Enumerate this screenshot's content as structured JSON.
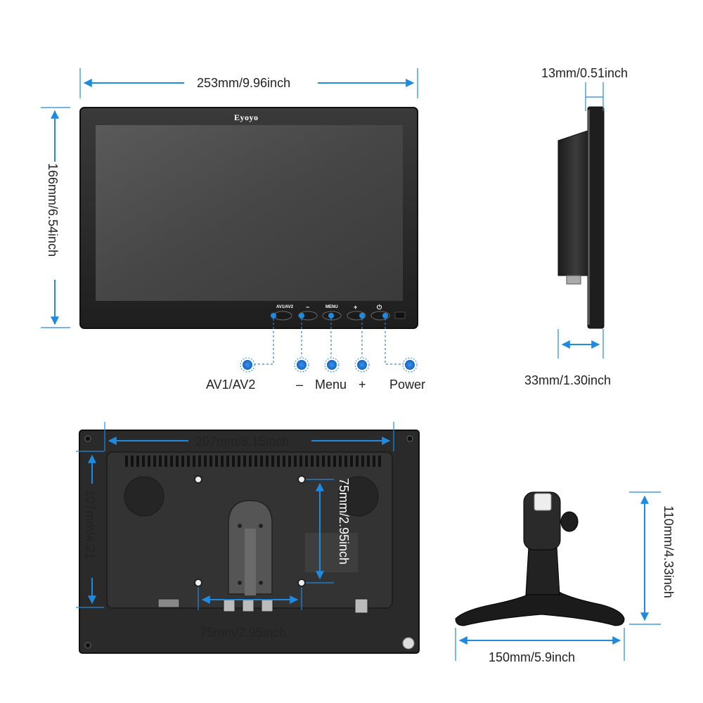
{
  "brand": "Eyoyo",
  "front": {
    "width_label": "253mm/9.96inch",
    "height_label": "166mm/6.54inch",
    "button_marks": {
      "av": "AV1/AV2",
      "minus": "−",
      "menu": "MENU",
      "plus": "+",
      "power": "⏻"
    },
    "callouts": {
      "av": "AV1/AV2",
      "minus": "–",
      "menu": "Menu",
      "plus": "+",
      "power": "Power"
    }
  },
  "side": {
    "thickness_label": "13mm/0.51inch",
    "depth_label": "33mm/1.30inch"
  },
  "back": {
    "width_label": "207mm/8.15inch",
    "height_label": "107mm/4.21",
    "vesa_vertical_label": "75mm/2.95inch",
    "vesa_horizontal_label": "75mm/2.95inch"
  },
  "stand": {
    "height_label": "110mm/4.33inch",
    "width_label": "150mm/5.9inch"
  },
  "colors": {
    "dimension_arrow": "#1f8be0",
    "bezel": "#2b2b2b",
    "screen": "#4a4a4a",
    "callout_dot": "#1e7ad6"
  }
}
